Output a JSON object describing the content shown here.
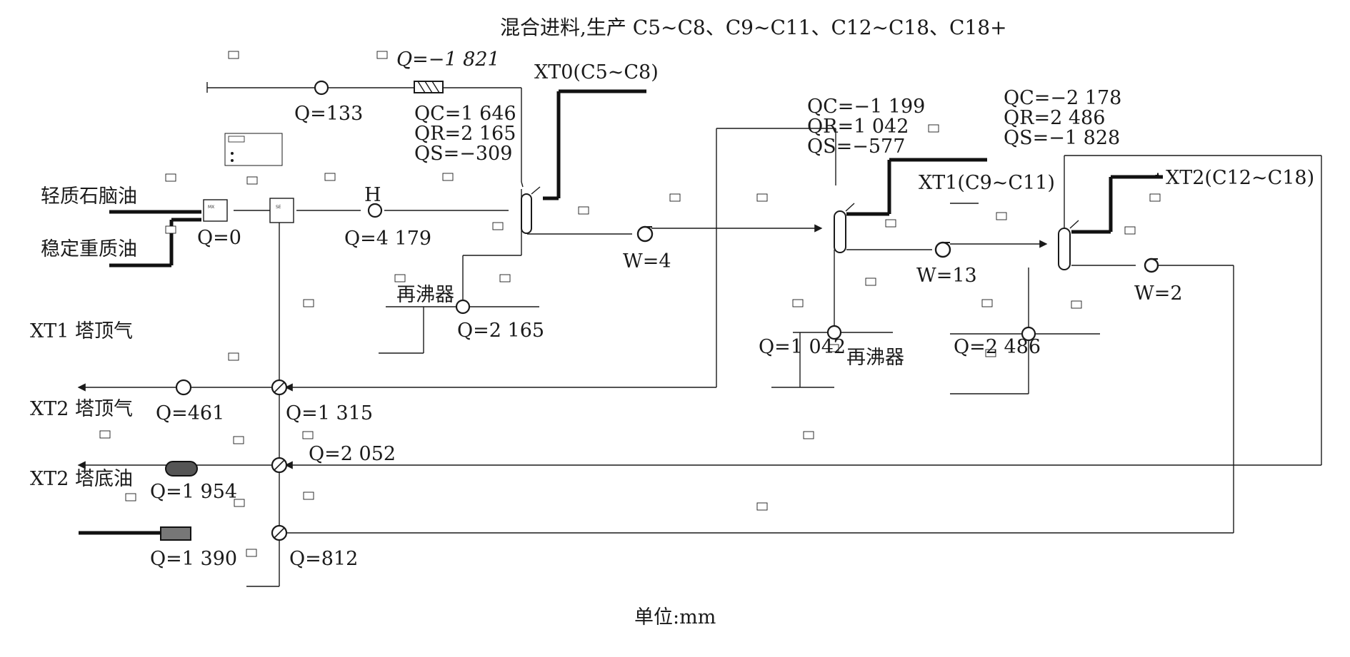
{
  "title": "混合进料,生产 C5~C8、C9~C11、C12~C18、C18+",
  "unit_caption": "单位:mm",
  "feeds": {
    "light_naphtha": "轻质石脑油",
    "stable_heavy_oil": "稳定重质油"
  },
  "utility_streams": {
    "xt1_overhead": "XT1 塔顶气",
    "xt2_overhead": "XT2 塔顶气",
    "xt2_bottoms": "XT2 塔底油"
  },
  "products": {
    "xt0": "XT0(C5~C8)",
    "xt1": "XT1(C9~C11)",
    "xt2": "XT2(C12~C18)"
  },
  "duties": {
    "cooler_top": "Q=−1 821",
    "e104": "Q=133",
    "mixer": "Q=0",
    "heater": "Q=4 179",
    "heater_h": "H",
    "reboiler1": "Q=2 165",
    "reboiler2": "Q=1 042",
    "reboiler3": "Q=2 486",
    "e105": "Q=461",
    "e101": "Q=1 315",
    "e102": "Q=2 052",
    "a03": "Q=1 954",
    "a02": "Q=1 390",
    "e103": "Q=812"
  },
  "pumps": {
    "p1": "W=4",
    "p2": "W=13",
    "p3": "W=2"
  },
  "columns": {
    "t101": [
      "QC=1 646",
      "QR=2 165",
      "QS=−309"
    ],
    "t102": [
      "QC=−1 199",
      "QR=1 042",
      "QS=−577"
    ],
    "t103": [
      "QC=−2 178",
      "QR=2 486",
      "QS=−1 828"
    ]
  },
  "reboiler_labels": {
    "r1": "再沸器",
    "r2": "再沸器"
  },
  "colors": {
    "line": "#1a1a1a",
    "thick_line": "#111111",
    "background": "#ffffff"
  }
}
